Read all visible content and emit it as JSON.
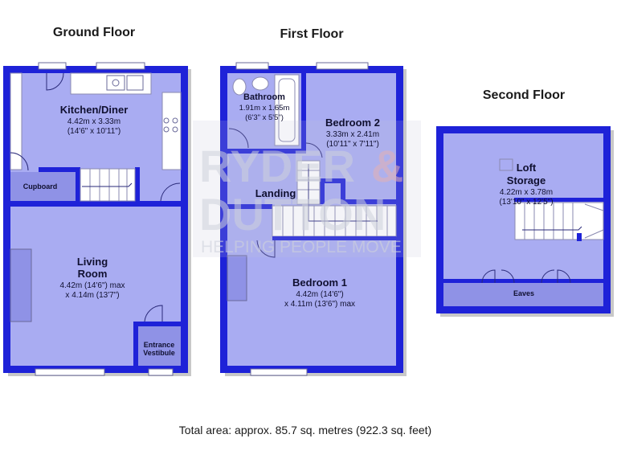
{
  "watermark": {
    "line1": "RYDER",
    "ampersand": "&",
    "line2": "DUTTON",
    "tagline": "HELPING PEOPLE MOVE"
  },
  "floors": {
    "ground": {
      "heading": "Ground Floor",
      "kitchen": {
        "name": "Kitchen/Diner",
        "metric": "4.42m x 3.33m",
        "imperial": "(14'6\" x 10'11\")"
      },
      "cupboard": {
        "name": "Cupboard"
      },
      "living": {
        "name1": "Living",
        "name2": "Room",
        "metric": "4.42m (14'6\") max",
        "imperial": "x 4.14m (13'7\")"
      },
      "vestibule": {
        "name1": "Entrance",
        "name2": "Vestibule"
      }
    },
    "first": {
      "heading": "First Floor",
      "bathroom": {
        "name": "Bathroom",
        "metric": "1.91m x 1.65m",
        "imperial": "(6'3\" x 5'5\")"
      },
      "bedroom2": {
        "name": "Bedroom 2",
        "metric": "3.33m x 2.41m",
        "imperial": "(10'11\" x 7'11\")"
      },
      "landing": {
        "name": "Landing"
      },
      "bedroom1": {
        "name": "Bedroom 1",
        "metric": "4.42m (14'6\")",
        "imperial": "x 4.11m (13'6\") max"
      }
    },
    "second": {
      "heading": "Second Floor",
      "loft": {
        "name1": "Loft",
        "name2": "Storage",
        "metric": "4.22m x 3.78m",
        "imperial": "(13'10\" x 12'5\")"
      },
      "eaves": {
        "name": "Eaves"
      }
    }
  },
  "total_area": "Total area: approx. 85.7 sq. metres (922.3 sq. feet)",
  "colors": {
    "wall": "#1e22d8",
    "floor": "#a9acf2",
    "watermark": "#cfd2dc"
  }
}
